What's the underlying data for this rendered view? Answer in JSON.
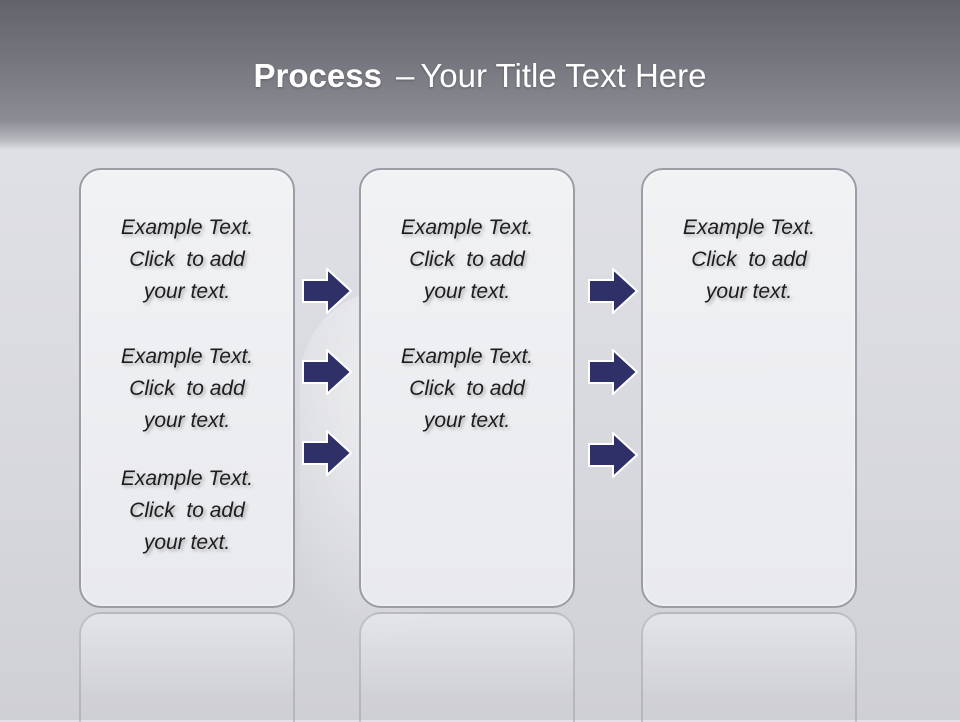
{
  "slide": {
    "title_bold": "Process",
    "title_separator": "–",
    "title_rest": "Your Title Text Here"
  },
  "panels": [
    {
      "blocks": [
        {
          "line1": "Example Text.",
          "line2": "Click  to add",
          "line3": "your text."
        },
        {
          "line1": "Example Text.",
          "line2": "Click  to add",
          "line3": "your text."
        },
        {
          "line1": "Example Text.",
          "line2": "Click  to add",
          "line3": "your text."
        }
      ]
    },
    {
      "blocks": [
        {
          "line1": "Example Text.",
          "line2": "Click  to add",
          "line3": "your text."
        },
        {
          "line1": "Example Text.",
          "line2": "Click  to add",
          "line3": "your text."
        }
      ]
    },
    {
      "blocks": [
        {
          "line1": "Example Text.",
          "line2": "Click  to add",
          "line3": "your text."
        }
      ]
    }
  ],
  "colors": {
    "arrow_fill": "#2f3068",
    "arrow_stroke": "#ffffff",
    "header_dark": "#62636b"
  },
  "icons": {
    "arrow": "right-arrow-icon"
  }
}
